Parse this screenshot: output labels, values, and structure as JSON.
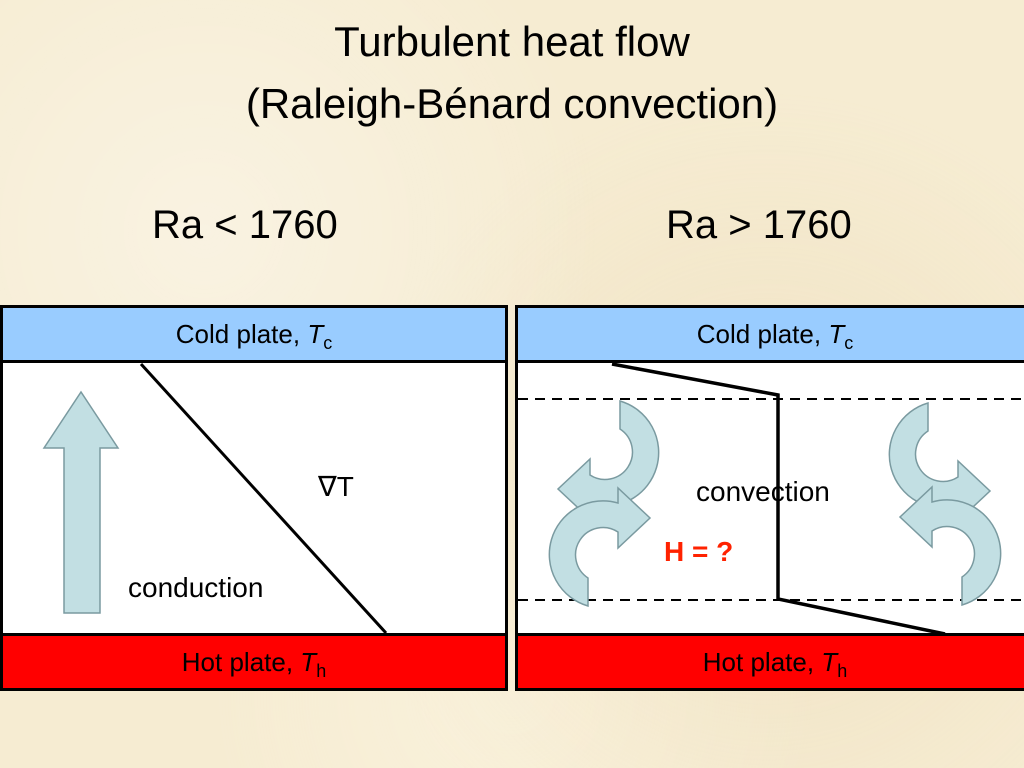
{
  "title": {
    "line1": "Turbulent heat flow",
    "line2": "(Raleigh-Bénard convection)"
  },
  "left": {
    "condition": "Ra < 1760",
    "cold_plate": {
      "text": "Cold plate, ",
      "symbol": "T",
      "subscript": "c"
    },
    "hot_plate": {
      "text": "Hot plate, ",
      "symbol": "T",
      "subscript": "h"
    },
    "gradient_label": "∇T",
    "mode_label": "conduction"
  },
  "right": {
    "condition": "Ra > 1760",
    "cold_plate": {
      "text": "Cold plate, ",
      "symbol": "T",
      "subscript": "c"
    },
    "hot_plate": {
      "text": "Hot plate, ",
      "symbol": "T",
      "subscript": "h"
    },
    "mode_label": "convection",
    "heat_flux_label": "H = ?"
  },
  "colors": {
    "cold_plate": "#99ccff",
    "hot_plate": "#ff0000",
    "arrow_fill": "#c2dfe3",
    "heat_flux_text": "#ff2200"
  },
  "icons": [
    "up-arrow-icon",
    "circular-arrow-icon"
  ]
}
